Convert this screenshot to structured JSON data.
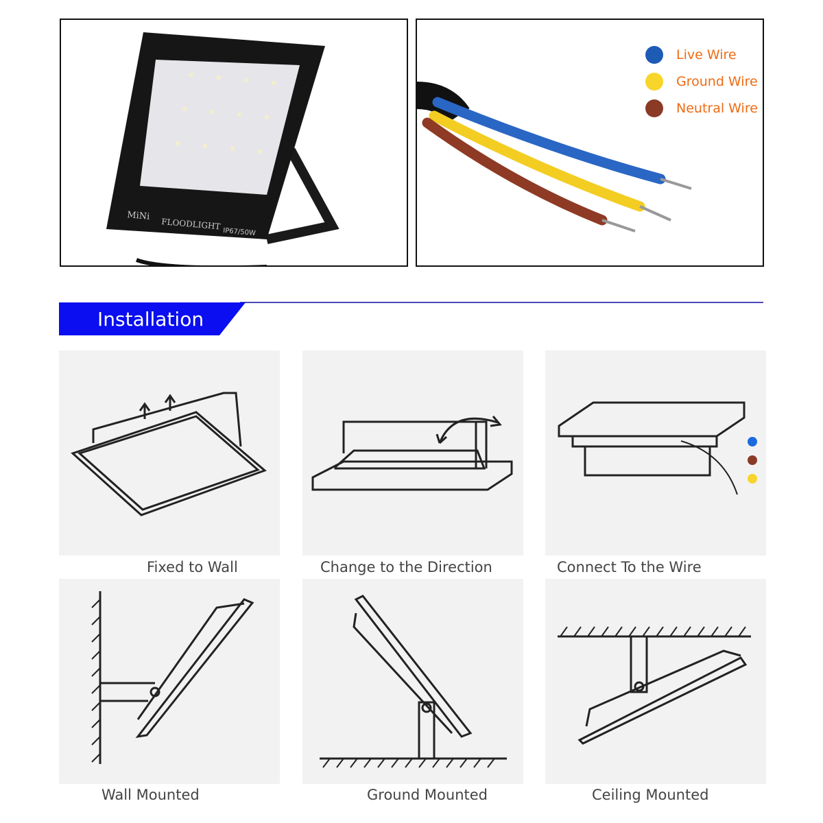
{
  "product": {
    "brand_text": "MiNi",
    "type_text": "FLOODLIGHT",
    "rating_text": "IP67/50W"
  },
  "wires": [
    {
      "label": "Live Wire",
      "color": "#1d5bb5"
    },
    {
      "label": "Ground Wire",
      "color": "#f7d52a"
    },
    {
      "label": "Neutral Wire",
      "color": "#8b3a26"
    }
  ],
  "section": {
    "title": "Installation",
    "accent": "#0a0ef0"
  },
  "steps": [
    {
      "label": "Fixed to Wall"
    },
    {
      "label": "Change to the Direction"
    },
    {
      "label": "Connect To the Wire"
    },
    {
      "label": "Wall Mounted"
    },
    {
      "label": "Ground Mounted"
    },
    {
      "label": "Ceiling Mounted"
    }
  ]
}
